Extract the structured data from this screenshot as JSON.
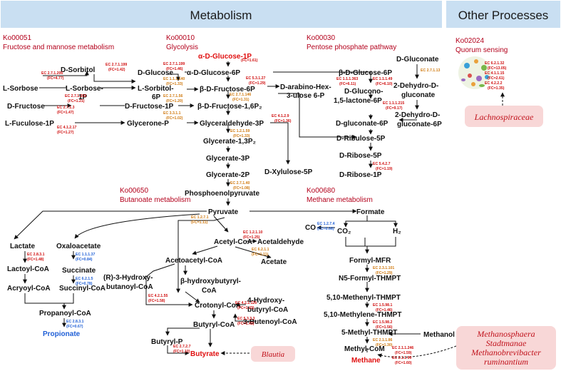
{
  "headers": {
    "metabolism": "Metabolism",
    "other": "Other Processes"
  },
  "pathways": {
    "fructose": [
      "Ko00051",
      "Fructose and mannose metabolism"
    ],
    "glycolysis": [
      "Ko00010",
      "Glycolysis"
    ],
    "pentose": [
      "Ko00030",
      "Pentose phosphate pathway"
    ],
    "quorum": [
      "Ko02024",
      "Quorum sensing"
    ],
    "butanoate": [
      "Ko00650",
      "Butanoate metabolism"
    ],
    "methane": [
      "Ko00680",
      "Methane metabolism"
    ]
  },
  "nodes": {
    "d_sorbitol": "D-Sorbitol",
    "l_sorbose": "L-Sorbose",
    "l_sorbose_1p": "L-Sorbose-",
    "l_sorbose_1p_b": "1P",
    "d_fructose": "D-Fructose",
    "l_fuculose_1p": "L-Fuculose-1P",
    "d_glucose": "D-Glucose",
    "l_sorbitol_6p": "L-Sorbitol-",
    "l_sorbitol_6p_b": "6P",
    "d_fructose_1p": "D-Fructose-1P",
    "glycerone_p": "Glycerone-P",
    "a_d_glucose_1p": "α-D-Glucose-1P",
    "a_d_glucose_6p": "α-D-Glucose-6P",
    "b_d_fructose_6p": "β-D-Fructose-6P",
    "b_d_fructose_16p2": "β-D-Fructose-1,6P₂",
    "glyceraldehyde_3p": "Glyceraldehyde-3P",
    "glycerate_13p2": "Glycerate-1,3P₂",
    "glycerate_3p": "Glycerate-3P",
    "glycerate_2p": "Glycerate-2P",
    "pep": "Phosphoenolpyruvate",
    "arabino_hex": "D-arabino-Hex-",
    "arabino_hex_b": "3-ulose 6-P",
    "d_xylulose_5p": "D-Xylulose-5P",
    "b_d_glucose_6p": "β-D-Glucose-6P",
    "d_glucono": "D-Glucono-",
    "d_glucono_b": "1,5-lactone-6P",
    "d_gluconate_6p": "D-gluconate-6P",
    "d_ribulose_5p": "D-Ribulose-5P",
    "d_ribose_5p": "D-Ribose-5P",
    "d_ribose_1p": "D-Ribose-1P",
    "d_gluconate": "D-Gluconate",
    "dehydro_gluconate": "2-Dehydro-D-",
    "dehydro_gluconate_b": "gluconate",
    "dehydro_gluconate_6p": "2-Dehydro-D-",
    "dehydro_gluconate_6p_b": "gluconate-6P",
    "pyruvate": "Pyruvate",
    "lactate": "Lactate",
    "lactoyl_coa": "Lactoyl-CoA",
    "acryoyl_coa": "Acryoyl-CoA",
    "propanoyl_coa": "Propanoyl-CoA",
    "propionate": "Propionate",
    "oxaloacetate": "Oxaloacetate",
    "succinate": "Succinate",
    "succinyl_coa": "Succinyl-CoA",
    "acetyl_coa": "Acetyl-CoA",
    "acetaldehyde": "Acetaldehyde",
    "acetate": "Acetate",
    "acetoacetyl_coa": "Acetoacetyl-CoA",
    "r3_hydroxy": "(R)-3-Hydroxy-",
    "r3_hydroxy_b": "butanoyl-CoA",
    "b_hydroxybutyryl": "β-hydroxybutyryl-",
    "b_hydroxybutyryl_b": "CoA",
    "crotonyl_coa": "Crotonyl-CoA",
    "hydroxybutyryl4": "4-Hydroxy-",
    "hydroxybutyryl4_b": "butyryl-CoA",
    "butenoyl_coa": "3-Butenoyl-CoA",
    "butyryl_coa": "Butyryl-CoA",
    "butyryl_p": "Butyryl-P",
    "butyrate": "Butyrate",
    "formate": "Formate",
    "co": "CO",
    "co2": "CO₂",
    "h2": "H₂",
    "formyl_mfr": "Formyl-MFR",
    "n5_formyl": "N5-Formyl-THMPT",
    "methenyl": "5,10-Methenyl-THMPT",
    "methylene": "5,10-Methylene-THMPT",
    "methyl_thmpt": "5-Methyl-THMPT",
    "methyl_com": "Methyl-CoM",
    "methanol": "Methanol",
    "methane": "Methane"
  },
  "enzymes": {
    "e1": [
      "EC 2.7.1.206",
      "(FC=4.77)"
    ],
    "e2": [
      "EC 2.7.1.202",
      "(FC=1.21)"
    ],
    "e3": [
      "EC 2.7.1.3",
      "(FC=1.47)"
    ],
    "e4": [
      "EC 4.1.2.17",
      "(FC=1.27)"
    ],
    "e5": [
      "EC 2.7.1.199",
      "(FC=1.42)"
    ],
    "e6": [
      "EC 2.7.1.199",
      "(FC=1.46)"
    ],
    "e7": [
      "EC 1.1.1.140",
      "(FC=1.33)"
    ],
    "e8": [
      "EC 2.7.1.56",
      "(FC=1.20)"
    ],
    "e9": [
      "EC 3.3.1.1",
      "(FC=1.02)"
    ],
    "e10": [
      "EC 2.7.1.11",
      "(FC=1.61)"
    ],
    "e11": [
      "EC 2.7.1.146",
      "(FC=1.31)"
    ],
    "e12": [
      "EC 5.3.1.27",
      "(FC=1.29)"
    ],
    "e13": [
      "EC 4.1.2.9",
      "(FC=1.36)"
    ],
    "e14": [
      "EC 1.2.1.59",
      "(FC=1.33)"
    ],
    "e15": [
      "EC 2.7.1.40",
      "(FC=1.08)"
    ],
    "e16": [
      "EC 1.1.1.363",
      "(FC=6.11)"
    ],
    "e17": [
      "EC 1.1.1.49",
      "(FC=6.10)"
    ],
    "e18": [
      "EC 2.7.1.13",
      ""
    ],
    "e19": [
      "EC 1.1.1.215",
      "(FC=9.17)"
    ],
    "e20": [
      "EC 5.4.2.7",
      "(FC=1.19)"
    ],
    "e21": [
      "EC 1.2.7.1",
      "(FC=1.11)"
    ],
    "e22": [
      "EC 2.8.3.1",
      "(FC=1.48)"
    ],
    "e23": [
      "EC 1.1.1.37",
      "(FC=0.84)"
    ],
    "e24": [
      "EC 6.2.1.5",
      "(FC=0.78)"
    ],
    "e25": [
      "EC 2.8.3.1",
      "(FC=0.67)"
    ],
    "e26": [
      "EC 1.2.1.10",
      "(FC=1.25)"
    ],
    "e27": [
      "EC 6.2.1.1",
      "(FC=1.11)"
    ],
    "e28": [
      "EC 4.2.1.55",
      "(FC=1.58)"
    ],
    "e29": [
      "EC 4.2.1.120",
      "(FC=1.43)"
    ],
    "e30": [
      "EC 5.3.3.3",
      "(FC=1.43)"
    ],
    "e31": [
      "EC 2.7.2.7",
      "(FC=1.10)"
    ],
    "e32": [
      "EC 1.2.7.4",
      "(FC=0.66)"
    ],
    "e33": [
      "EC 2.3.1.101",
      "(FC=1.29)"
    ],
    "e34": [
      "EC 1.5.98.1",
      "(FC=1.46)"
    ],
    "e35": [
      "EC 1.5.98.2",
      "(FC=1.56)"
    ],
    "e36": [
      "EC 2.1.1.86",
      "(FC=1.30)"
    ],
    "e37": [
      "EC 2.1.1.246",
      "(FC=1.59)"
    ],
    "e38": [
      "EC 2.1.1.90",
      "(FC=1.60)"
    ],
    "e39": [
      "EC 6.2.1.32",
      "(FC=13.05)",
      "EC 4.1.1.15",
      "(FC=2.61)",
      "EC 4.2.2.2",
      "(FC=1.35)"
    ]
  },
  "microbes": {
    "lachnospiraceae": "Lachnospiraceae",
    "blautia": "Blautia",
    "methanogens": [
      "Methanosphaera",
      "Stadtmanae",
      "Methanobrevibacter",
      "ruminantium"
    ]
  },
  "colors": {
    "header_bg": "#c9dff2",
    "microbe_bg": "#f8d7d7",
    "highlight_red": "#e01010",
    "fc_orange": "#d07a10",
    "fc_blue": "#1f5fd6"
  }
}
